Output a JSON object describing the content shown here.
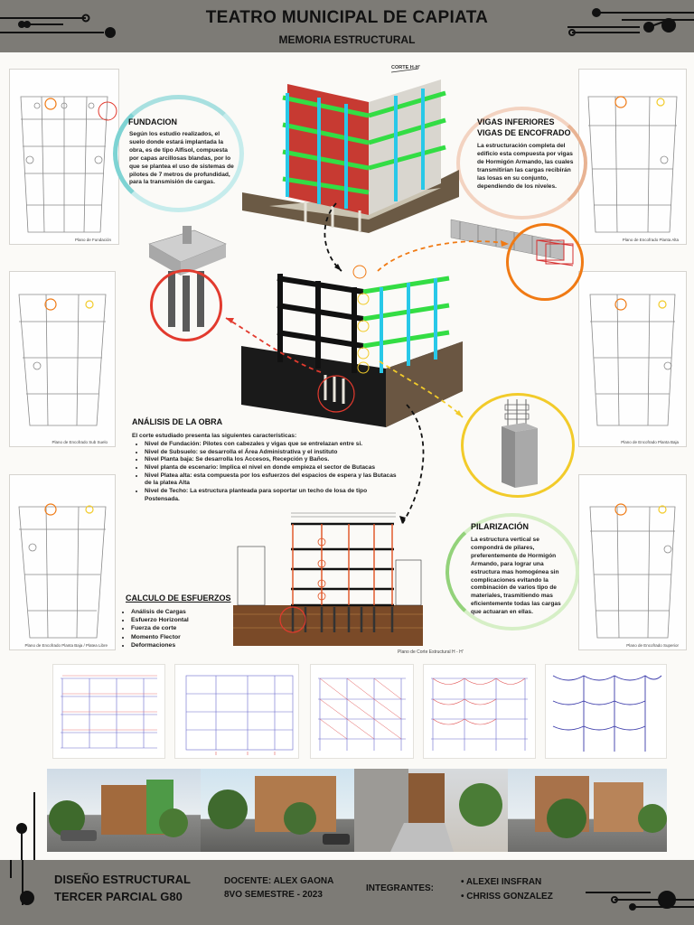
{
  "header": {
    "title": "TEATRO MUNICIPAL DE CAPIATA",
    "subtitle": "MEMORIA ESTRUCTURAL"
  },
  "sections": {
    "fundacion": {
      "title": "FUNDACION",
      "text": "Según los estudio realizados, el suelo donde estará implantada la obra, es de tipo Alfisol, compuesta por capas arcillosas blandas, por lo que se plantea el uso de sistemas de pilotes de 7 metros de profundidad, para la transmisión de cargas."
    },
    "vigas": {
      "title_line1": "VIGAS INFERIORES",
      "title_line2": "VIGAS DE ENCOFRADO",
      "text": "La estructuración completa del edificio esta compuesta por vigas de Hormigón Armando, las cuales transmitirían las cargas recibirán las losas en su conjunto, dependiendo de los niveles."
    },
    "analisis": {
      "title": "ANÁLISIS DE LA OBRA",
      "intro": "El corte estudiado presenta las siguientes características:",
      "items": [
        "Nivel de Fundación: Pilotes con cabezales y vigas que se entrelazan entre si.",
        "Nivel de Subsuelo: se desarrolla el Área Administrativa y el instituto",
        "Nivel Planta baja: Se desarrolla los Accesos, Recepción y Baños.",
        "Nivel planta de escenario: Implica el nivel en donde empieza el sector de Butacas",
        "Nivel Platea alta: esta compuesta por los esfuerzos del espacios de espera y las Butacas de la platea Alta",
        "Nivel de Techo: La estructura planteada para soportar un techo de losa de tipo Postensada."
      ]
    },
    "pilarizacion": {
      "title": "PILARIZACIÓN",
      "text": "La estructura vertical se compondrá de pilares, preferentemente de Hormigón Armando, para lograr una estructura mas homogénea sin complicaciones evitando la combinación de varios tipo de materiales, trasmitiendo mas eficientemente todas las cargas que actuaran en ellas."
    },
    "calculo": {
      "title": "CALCULO DE ESFUERZOS",
      "items": [
        "Análisis de Cargas",
        "Esfuerzo Horizontal",
        "Fuerza de corte",
        "Momento Flector",
        "Deformaciones"
      ]
    }
  },
  "labels": {
    "corte_tag": "CORTE H-H'",
    "plano_corte": "Plano de Corte Estructural H - H'"
  },
  "plans": {
    "fundacion": "Plano de Fundación",
    "subsuelo": "Plano de Encofrado Sub Suelo",
    "planta_baja": "Plano de Encofrado Planta Baja / Platea Libre",
    "planta_alta": "Plano de Encofrado Planta Alta",
    "planta_baja_right": "Plano de Encofrado Planta Baja",
    "superior": "Plano de Encofrado Superior"
  },
  "footer": {
    "course_line1": "DISEÑO ESTRUCTURAL",
    "course_line2": "TERCER PARCIAL G80",
    "docente": "DOCENTE: ALEX GAONA",
    "semestre": "8VO SEMESTRE - 2023",
    "integrantes_label": "INTEGRANTES:",
    "members": [
      "ALEXEI INSFRAN",
      "CHRISS GONZALEZ"
    ]
  },
  "colors": {
    "header_bg": "#7d7b76",
    "beam_green": "#33dd44",
    "column_cyan": "#28c8e8",
    "accent_red": "#e23a2e",
    "accent_orange": "#f07a14",
    "accent_yellow": "#f2cb2a",
    "accent_teal": "#7ed3d3",
    "accent_peach": "#e8b393",
    "accent_green": "#93d27a"
  }
}
